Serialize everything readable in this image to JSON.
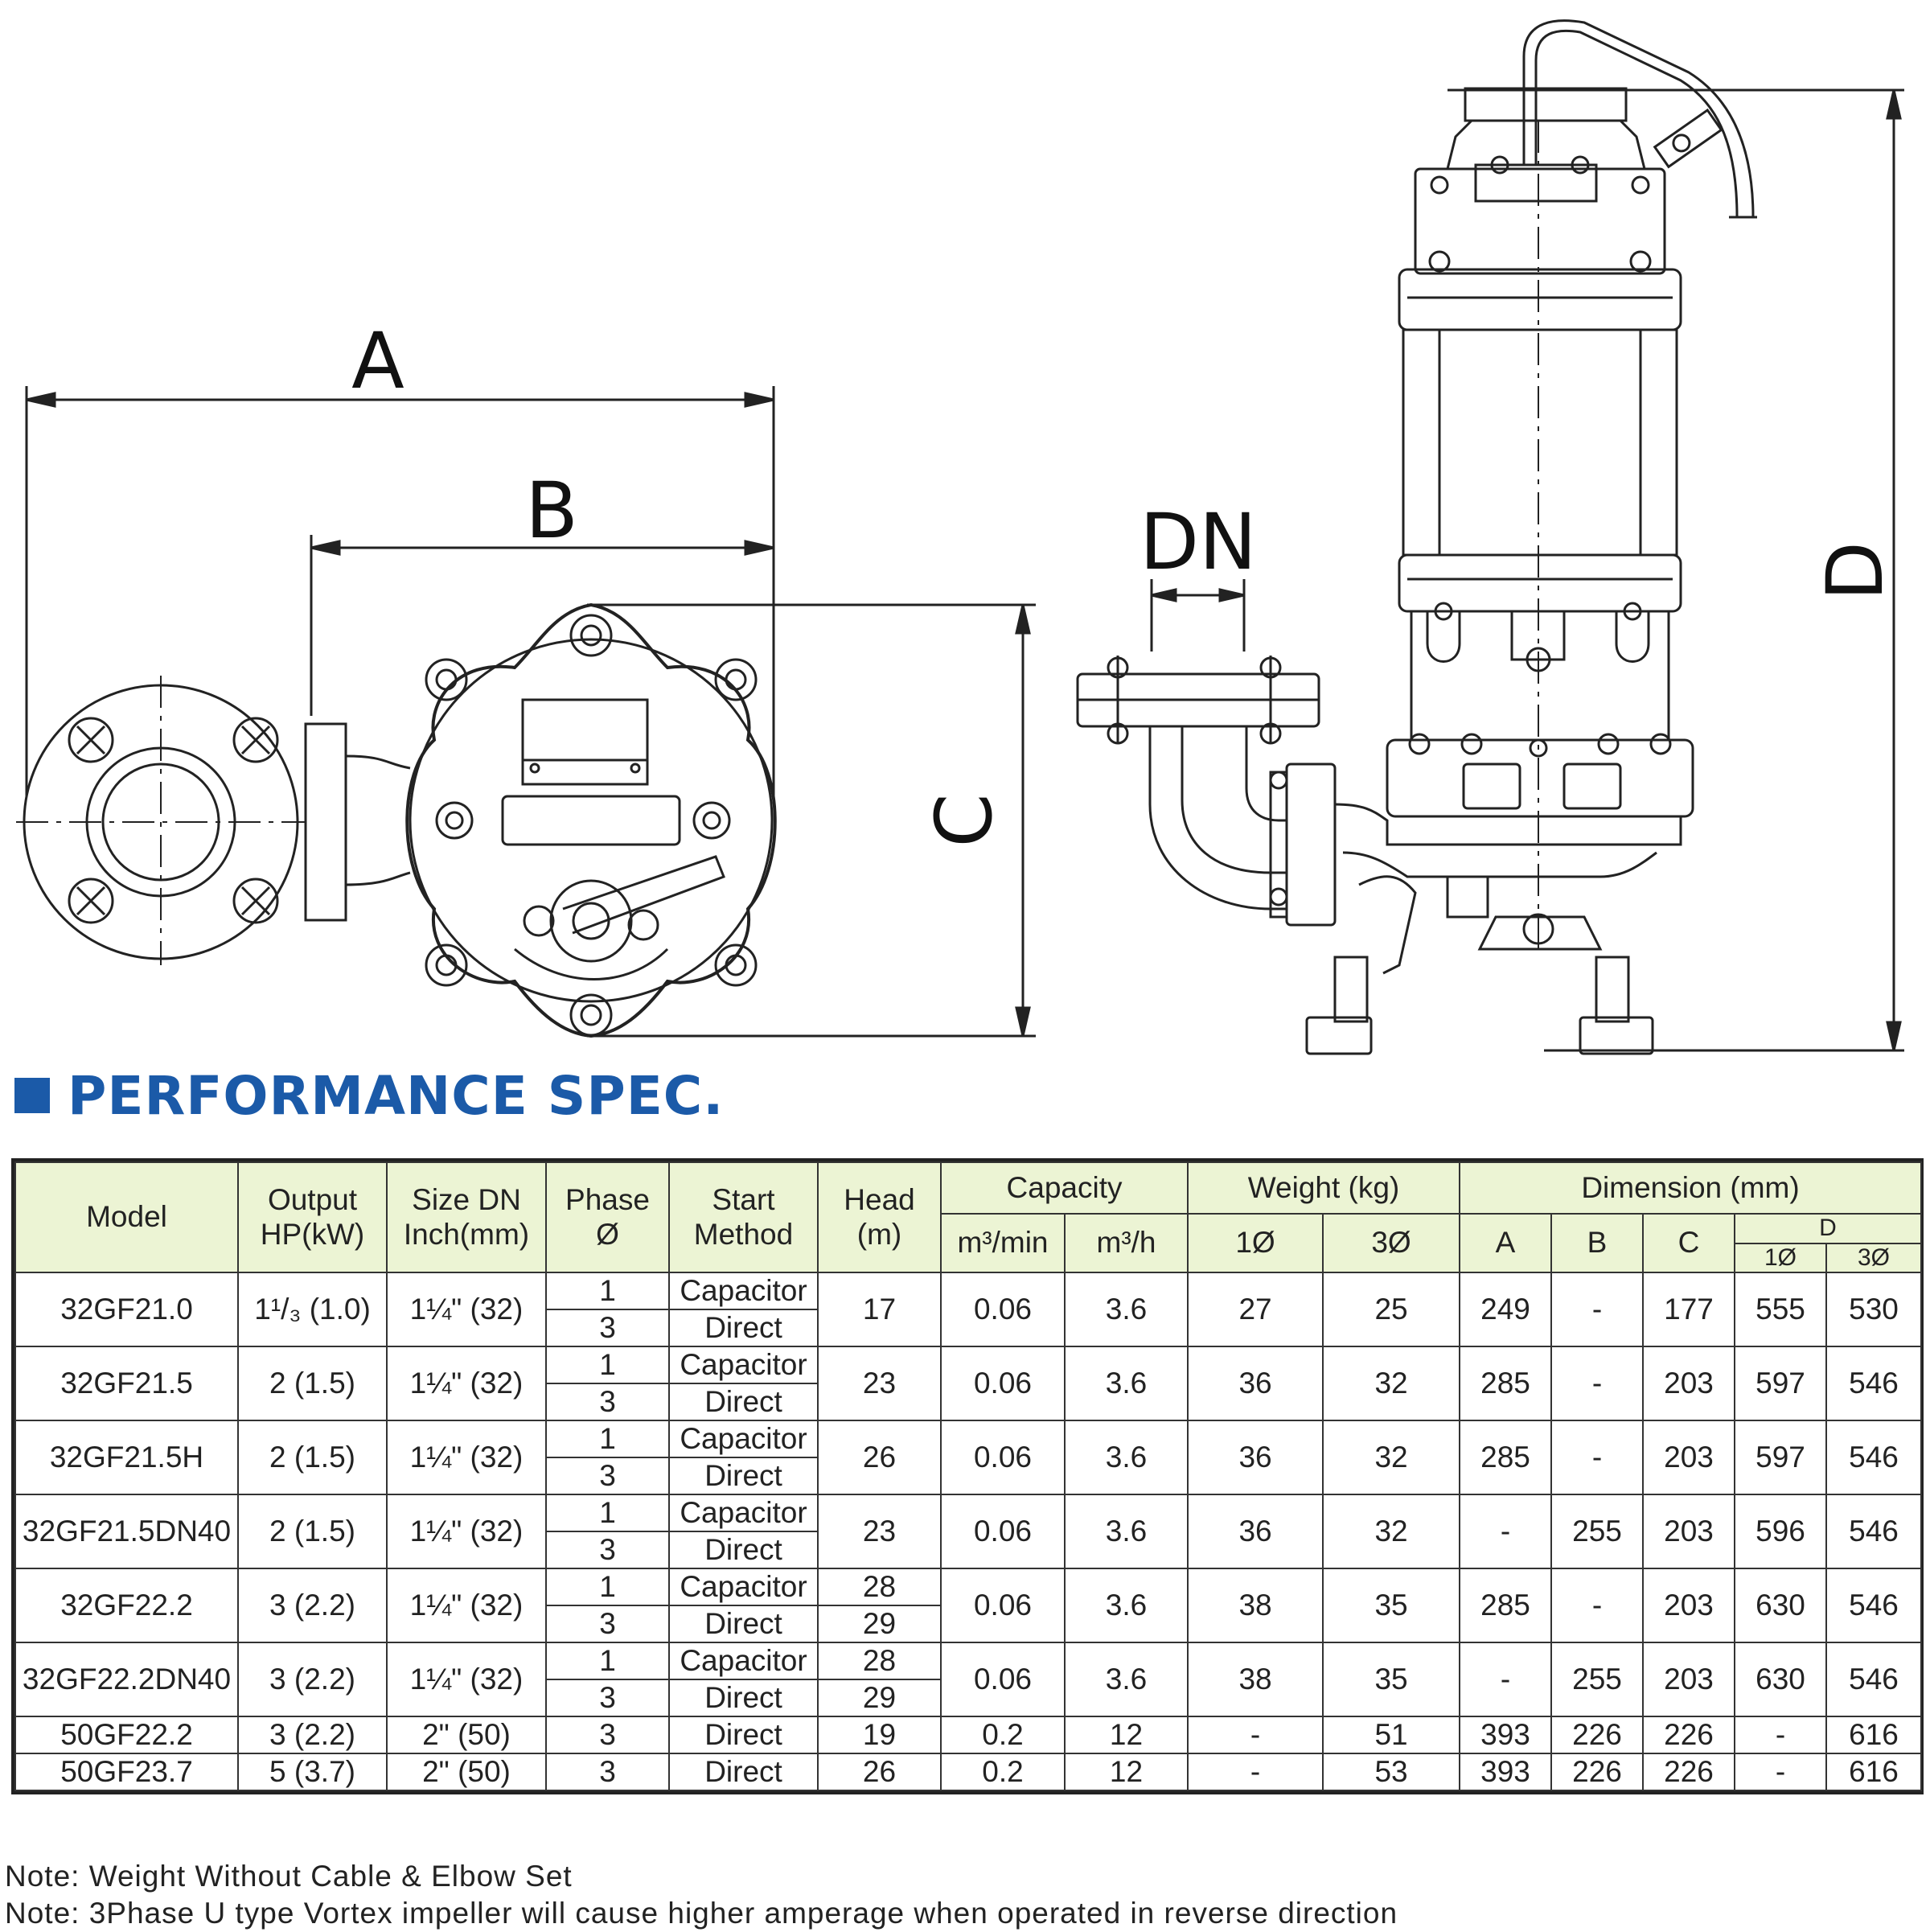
{
  "drawing": {
    "labels": {
      "a": "A",
      "b": "B",
      "c": "C",
      "d": "D",
      "dn": "DN"
    }
  },
  "spec": {
    "title": "PERFORMANCE SPEC.",
    "headers": {
      "model": "Model",
      "output_1": "Output",
      "output_2": "HP(kW)",
      "size_1": "Size DN",
      "size_2": "Inch(mm)",
      "phase_1": "Phase",
      "phase_2": "Ø",
      "start_1": "Start",
      "start_2": "Method",
      "head_1": "Head",
      "head_2": "(m)",
      "capacity": "Capacity",
      "cap_m3min": "m³/min",
      "cap_m3h": "m³/h",
      "weight": "Weight (kg)",
      "w1": "1Ø",
      "w3": "3Ø",
      "dimension": "Dimension (mm)",
      "dim_a": "A",
      "dim_b": "B",
      "dim_c": "C",
      "dim_d": "D",
      "dim_d1": "1Ø",
      "dim_d3": "3Ø"
    },
    "rows": [
      {
        "model": "32GF21.0",
        "output": "1¹/₃ (1.0)",
        "size": "1¼\" (32)",
        "phase_1": "1",
        "start_1": "Capacitor",
        "phase_3": "3",
        "start_3": "Direct",
        "head": "17",
        "cap_min": "0.06",
        "cap_h": "3.6",
        "w1": "27",
        "w3": "25",
        "a": "249",
        "b": "-",
        "c": "177",
        "d1": "555",
        "d3": "530"
      },
      {
        "model": "32GF21.5",
        "output": "2 (1.5)",
        "size": "1¼\" (32)",
        "phase_1": "1",
        "start_1": "Capacitor",
        "phase_3": "3",
        "start_3": "Direct",
        "head": "23",
        "cap_min": "0.06",
        "cap_h": "3.6",
        "w1": "36",
        "w3": "32",
        "a": "285",
        "b": "-",
        "c": "203",
        "d1": "597",
        "d3": "546"
      },
      {
        "model": "32GF21.5H",
        "output": "2 (1.5)",
        "size": "1¼\" (32)",
        "phase_1": "1",
        "start_1": "Capacitor",
        "phase_3": "3",
        "start_3": "Direct",
        "head": "26",
        "cap_min": "0.06",
        "cap_h": "3.6",
        "w1": "36",
        "w3": "32",
        "a": "285",
        "b": "-",
        "c": "203",
        "d1": "597",
        "d3": "546"
      },
      {
        "model": "32GF21.5DN40",
        "output": "2 (1.5)",
        "size": "1¼\" (32)",
        "phase_1": "1",
        "start_1": "Capacitor",
        "phase_3": "3",
        "start_3": "Direct",
        "head": "23",
        "cap_min": "0.06",
        "cap_h": "3.6",
        "w1": "36",
        "w3": "32",
        "a": "-",
        "b": "255",
        "c": "203",
        "d1": "596",
        "d3": "546"
      },
      {
        "model": "32GF22.2",
        "output": "3 (2.2)",
        "size": "1¼\" (32)",
        "phase_1": "1",
        "start_1": "Capacitor",
        "head_1": "28",
        "phase_3": "3",
        "start_3": "Direct",
        "head_3": "29",
        "cap_min": "0.06",
        "cap_h": "3.6",
        "w1": "38",
        "w3": "35",
        "a": "285",
        "b": "-",
        "c": "203",
        "d1": "630",
        "d3": "546"
      },
      {
        "model": "32GF22.2DN40",
        "output": "3 (2.2)",
        "size": "1¼\" (32)",
        "phase_1": "1",
        "start_1": "Capacitor",
        "head_1": "28",
        "phase_3": "3",
        "start_3": "Direct",
        "head_3": "29",
        "cap_min": "0.06",
        "cap_h": "3.6",
        "w1": "38",
        "w3": "35",
        "a": "-",
        "b": "255",
        "c": "203",
        "d1": "630",
        "d3": "546"
      },
      {
        "model": "50GF22.2",
        "output": "3 (2.2)",
        "size": "2\" (50)",
        "phase": "3",
        "start": "Direct",
        "head": "19",
        "cap_min": "0.2",
        "cap_h": "12",
        "w1": "-",
        "w3": "51",
        "a": "393",
        "b": "226",
        "c": "226",
        "d1": "-",
        "d3": "616"
      },
      {
        "model": "50GF23.7",
        "output": "5 (3.7)",
        "size": "2\" (50)",
        "phase": "3",
        "start": "Direct",
        "head": "26",
        "cap_min": "0.2",
        "cap_h": "12",
        "w1": "-",
        "w3": "53",
        "a": "393",
        "b": "226",
        "c": "226",
        "d1": "-",
        "d3": "616"
      }
    ]
  },
  "notes": [
    "Note:  Weight  Without  Cable  &  Elbow  Set",
    "Note:  3Phase  U  type  Vortex  impeller  will  cause  higher  amperage  when  operated  in  reverse  direction"
  ]
}
